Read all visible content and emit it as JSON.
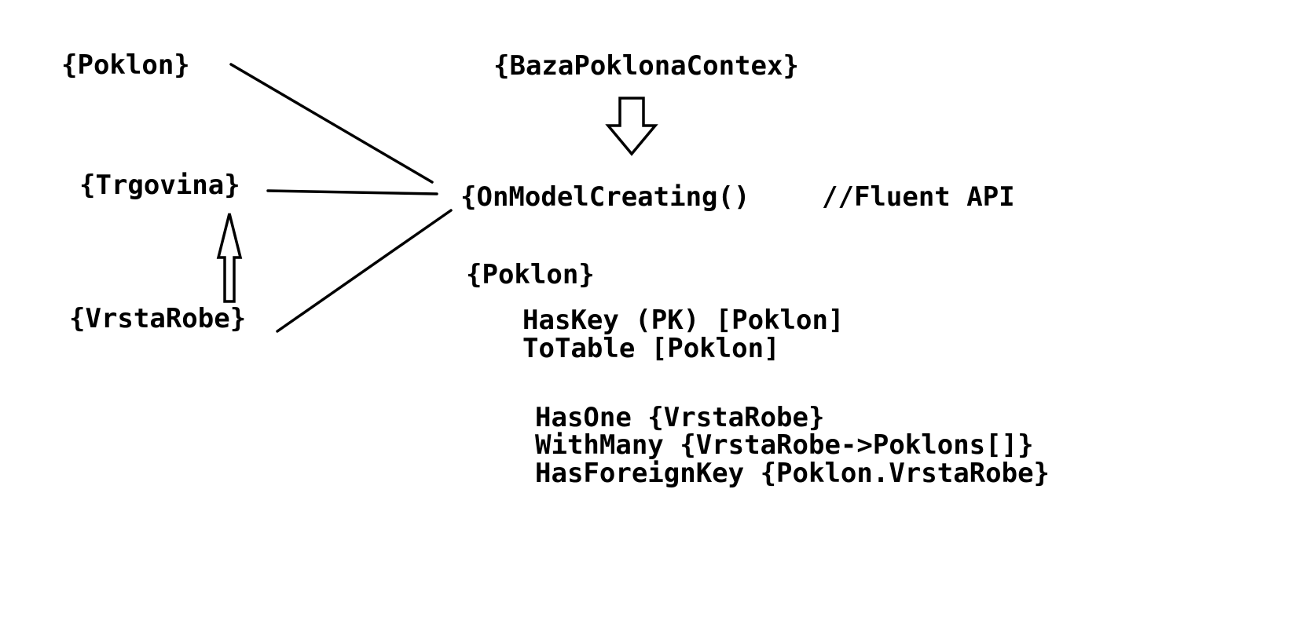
{
  "entities": {
    "poklon": "{Poklon}",
    "trgovina": "{Trgovina}",
    "vrsta_robe": "{VrstaRobe}"
  },
  "context": {
    "name": "{BazaPoklonaContex}",
    "method": "{OnModelCreating()",
    "comment": "//Fluent API"
  },
  "config": {
    "entity": "{Poklon}",
    "lines_a": [
      "HasKey (PK) [Poklon]",
      "ToTable [Poklon]"
    ],
    "lines_b": [
      "HasOne {VrstaRobe}",
      "WithMany {VrstaRobe->Poklons[]}",
      "HasForeignKey {Poklon.VrstaRobe}"
    ]
  }
}
